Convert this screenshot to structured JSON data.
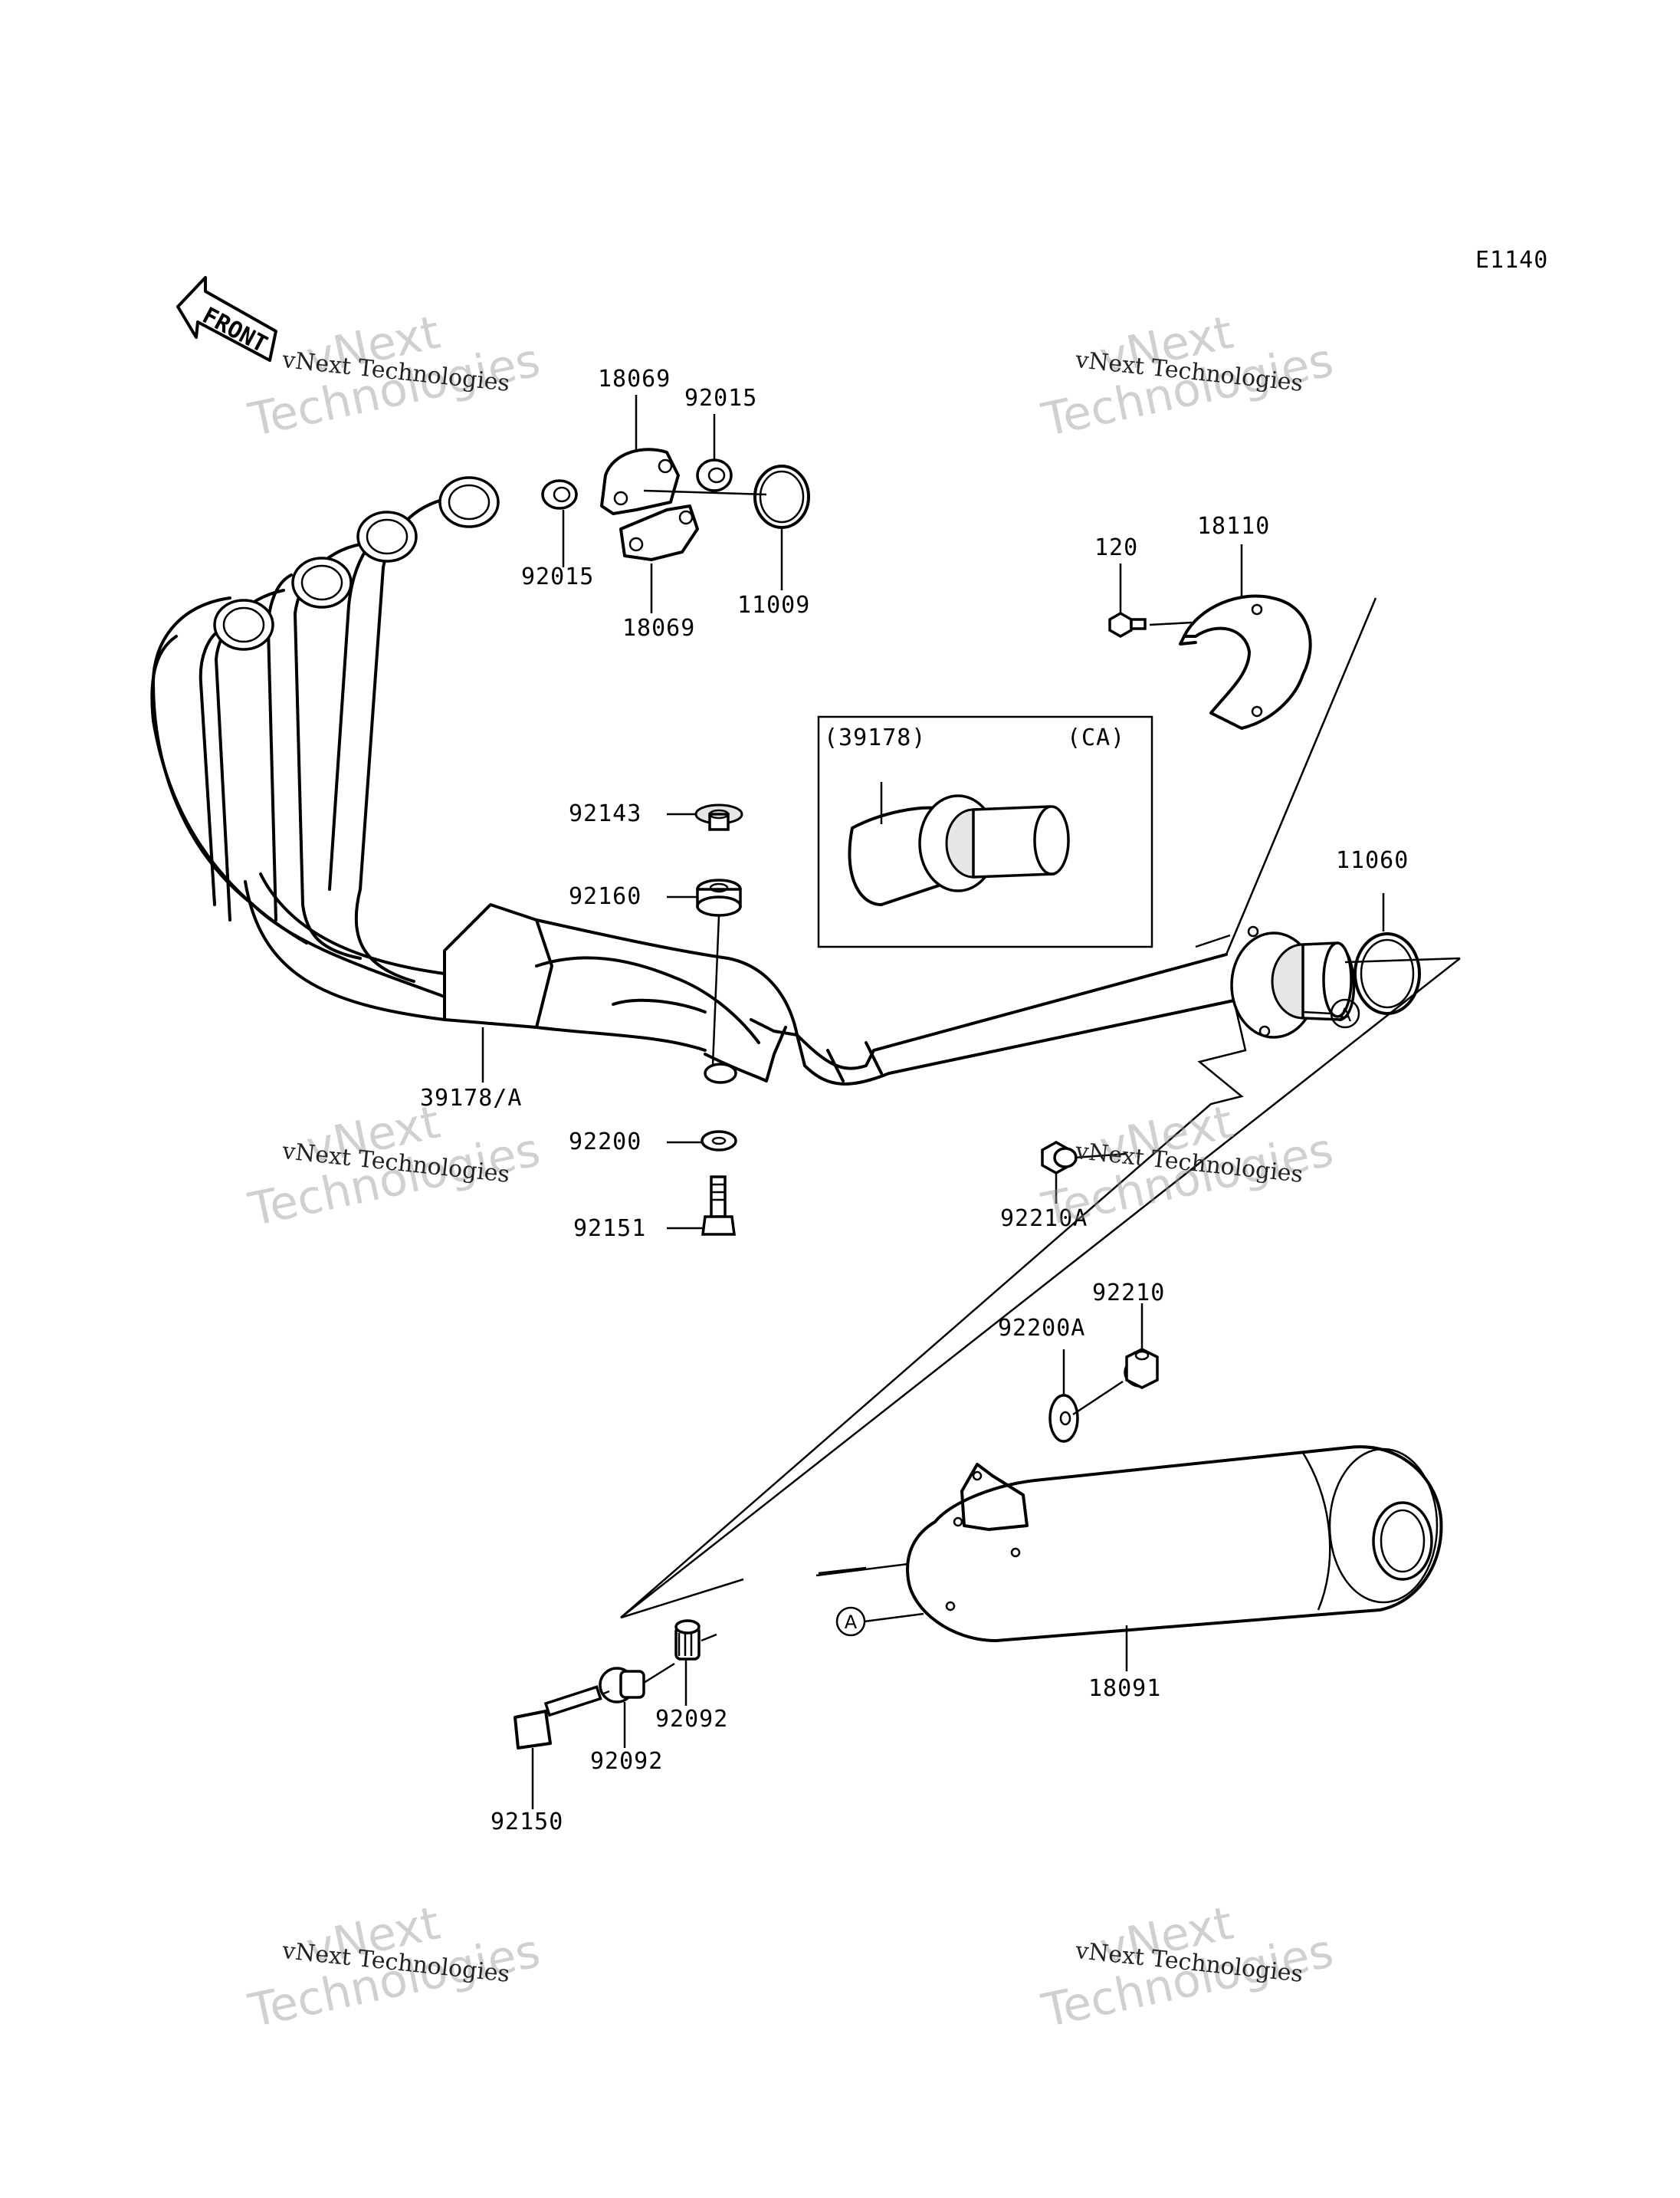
{
  "diagram_code": "E1140",
  "front_arrow": {
    "text": "FRONT"
  },
  "inset": {
    "left_label": "(39178)",
    "right_label": "(CA)"
  },
  "callout_letter": "A",
  "watermark": {
    "line1": "vNext",
    "line2": "Technologies",
    "text": "vNext Technologies"
  },
  "parts": {
    "p18069a": "18069",
    "p18069b": "18069",
    "p92015a": "92015",
    "p92015b": "92015",
    "p11009": "11009",
    "p120": "120",
    "p18110": "18110",
    "p92143": "92143",
    "p92160": "92160",
    "p11060": "11060",
    "p39178A": "39178/A",
    "p92200": "92200",
    "p92151": "92151",
    "p92210A": "92210A",
    "p92210": "92210",
    "p92200A": "92200A",
    "p92092a": "92092",
    "p92092b": "92092",
    "p18091": "18091",
    "p92150": "92150"
  },
  "colors": {
    "line": "#000000",
    "watermark": "#969696",
    "background": "#ffffff"
  }
}
